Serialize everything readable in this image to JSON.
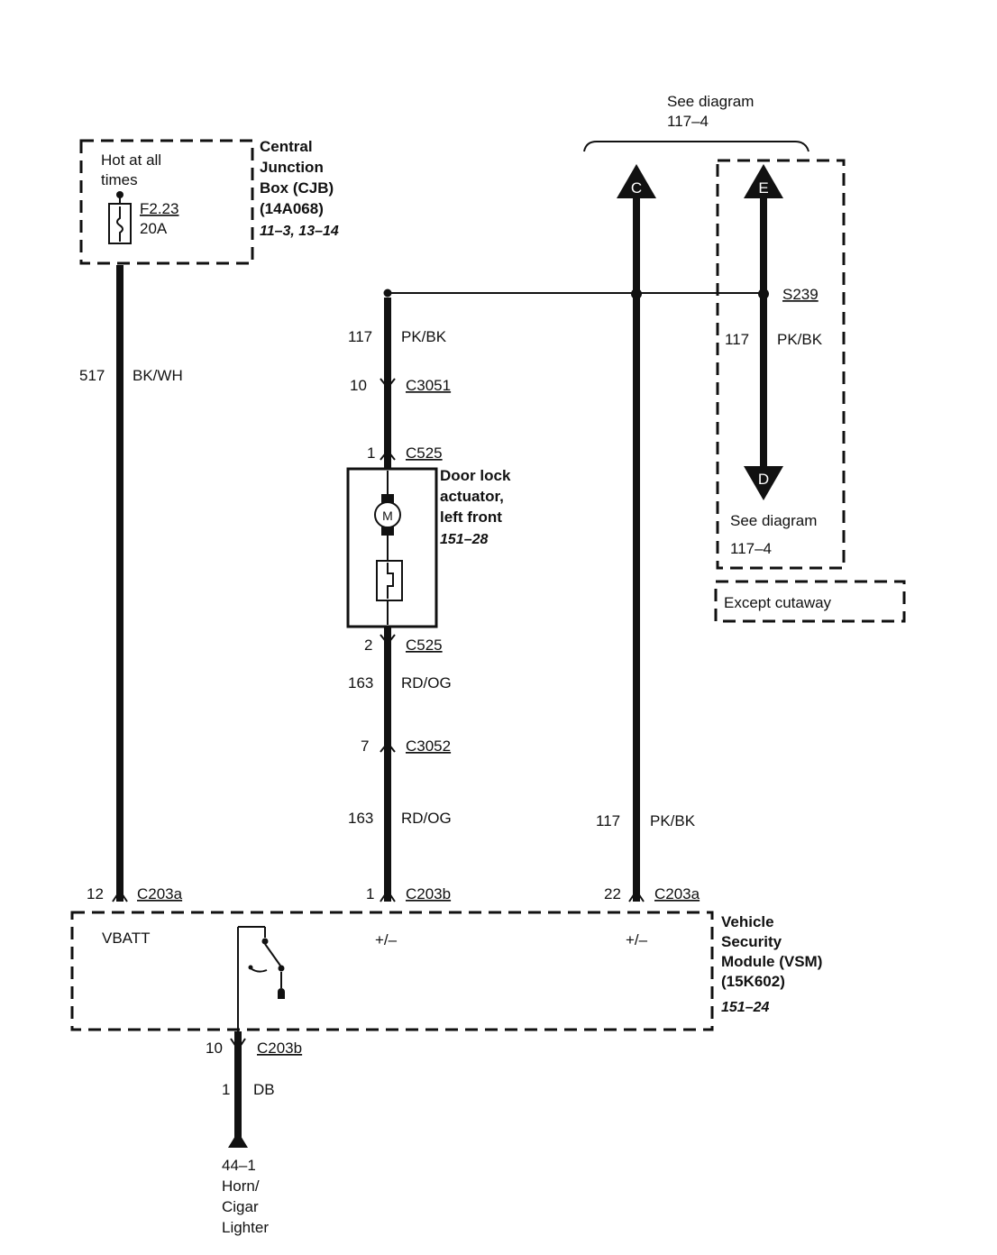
{
  "see_top": {
    "line1": "See diagram",
    "line2": "117–4"
  },
  "cjb": {
    "hot": [
      "Hot at all",
      "times"
    ],
    "fuse_id": "F2.23",
    "fuse_rating": "20A",
    "title": [
      "Central",
      "Junction",
      "Box (CJB)",
      "(14A068)"
    ],
    "ref": "11–3, 13–14"
  },
  "arrows": {
    "c": "C",
    "e": "E",
    "d": "D"
  },
  "splice": "S239",
  "wires": {
    "w517": {
      "num": "517",
      "color": "BK/WH"
    },
    "w117_door": {
      "num": "117",
      "color": "PK/BK"
    },
    "w117_right": {
      "num": "117",
      "color": "PK/BK"
    },
    "w163_a": {
      "num": "163",
      "color": "RD/OG"
    },
    "w163_b": {
      "num": "163",
      "color": "RD/OG"
    },
    "w117_vsm": {
      "num": "117",
      "color": "PK/BK"
    },
    "w1_db": {
      "num": "1",
      "color": "DB"
    }
  },
  "connectors": {
    "c3051": {
      "pin": "10",
      "name": "C3051"
    },
    "c525_1": {
      "pin": "1",
      "name": "C525"
    },
    "c525_2": {
      "pin": "2",
      "name": "C525"
    },
    "c3052": {
      "pin": "7",
      "name": "C3052"
    },
    "c203a_12": {
      "pin": "12",
      "name": "C203a"
    },
    "c203b_1": {
      "pin": "1",
      "name": "C203b"
    },
    "c203a_22": {
      "pin": "22",
      "name": "C203a"
    },
    "c203b_10": {
      "pin": "10",
      "name": "C203b"
    }
  },
  "door_lock": {
    "title": [
      "Door lock",
      "actuator,",
      "left front"
    ],
    "ref": "151–28",
    "motor": "M"
  },
  "see_right": {
    "line1": "See diagram",
    "line2": "117–4"
  },
  "except_cutaway": "Except cutaway",
  "vsm": {
    "vbatt": "VBATT",
    "pm1": "+/–",
    "pm2": "+/–",
    "title": [
      "Vehicle",
      "Security",
      "Module (VSM)",
      "(15K602)"
    ],
    "ref": "151–24"
  },
  "horn": [
    "44–1",
    "Horn/",
    "Cigar",
    "Lighter"
  ]
}
